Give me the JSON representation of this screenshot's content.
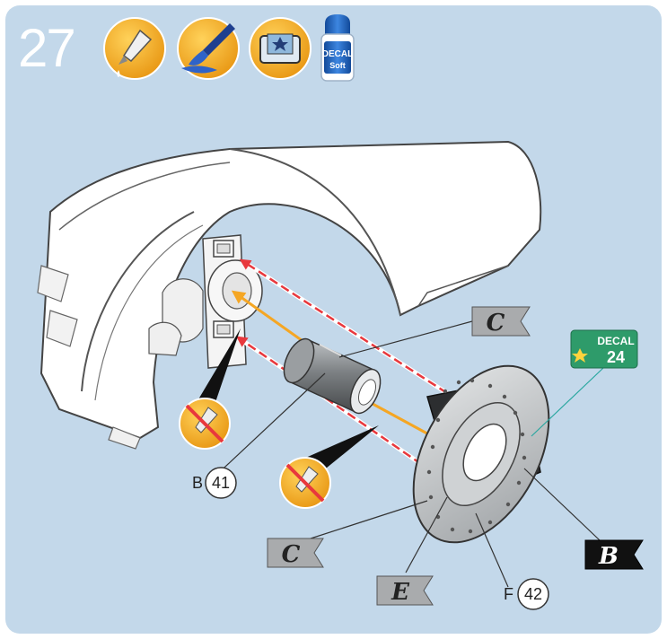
{
  "step": {
    "number": "27"
  },
  "bottle": {
    "line1": "DECAL",
    "line2": "Soft"
  },
  "decal_tag": {
    "label": "DECAL",
    "number": "24"
  },
  "flags": {
    "c_top": "C",
    "c_bottom": "C",
    "e": "E",
    "b": "B"
  },
  "parts": {
    "b41": {
      "prefix": "B",
      "number": "41"
    },
    "f42": {
      "prefix": "F",
      "number": "42"
    }
  },
  "icons": [
    "glue-applicator-icon",
    "paint-brush-icon",
    "decal-water-tray-icon",
    "decal-softener-bottle-icon",
    "no-glue-icon"
  ],
  "colors": {
    "panel_bg": "#c3d8ea",
    "icon_orange": "#f2a81d",
    "arrow_red": "#e8383d",
    "arrow_orange": "#f5a623",
    "decal_green": "#2e9b6a",
    "bottle_blue": "#1e5fb8"
  }
}
